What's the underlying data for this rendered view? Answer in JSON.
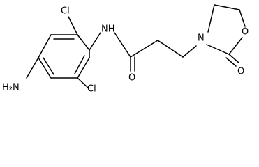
{
  "molecule": {
    "atom_labels": {
      "amine_nh2": "H₂N",
      "amide_nh": "NH",
      "chlorine_top": "Cl",
      "chlorine_bottom": "Cl",
      "amide_carbonyl_oxygen": "O",
      "oxazolidinone_nitrogen": "N",
      "ring_oxygen": "O",
      "oxazolidinone_carbonyl_oxygen": "O"
    },
    "colors": {
      "bond": "#000000",
      "text": "#000000",
      "background": "#ffffff"
    }
  }
}
